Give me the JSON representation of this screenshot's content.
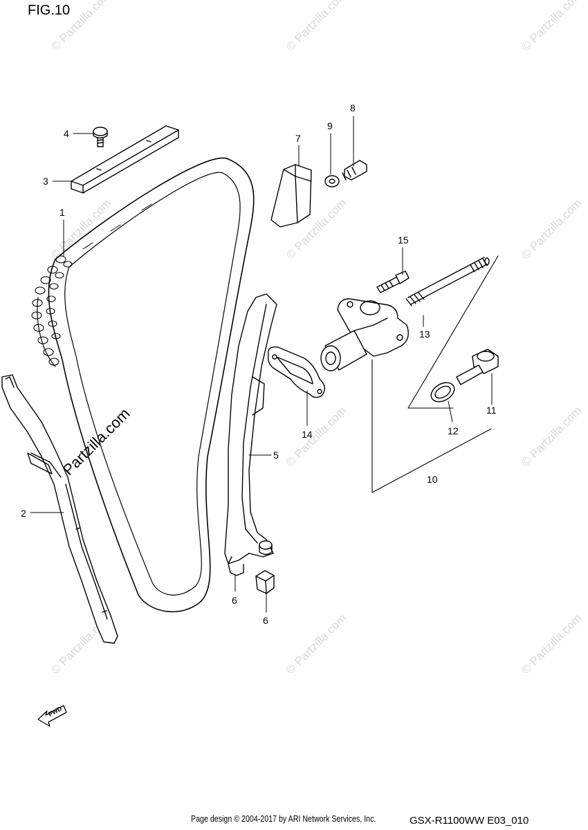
{
  "figure": {
    "title": "FIG.10"
  },
  "callouts": [
    {
      "id": "1",
      "label": "1"
    },
    {
      "id": "2",
      "label": "2"
    },
    {
      "id": "3",
      "label": "3"
    },
    {
      "id": "4",
      "label": "4"
    },
    {
      "id": "5",
      "label": "5"
    },
    {
      "id": "6a",
      "label": "6"
    },
    {
      "id": "6b",
      "label": "6"
    },
    {
      "id": "7",
      "label": "7"
    },
    {
      "id": "8",
      "label": "8"
    },
    {
      "id": "9",
      "label": "9"
    },
    {
      "id": "10",
      "label": "10"
    },
    {
      "id": "11",
      "label": "11"
    },
    {
      "id": "12",
      "label": "12"
    },
    {
      "id": "13",
      "label": "13"
    },
    {
      "id": "14",
      "label": "14"
    },
    {
      "id": "15",
      "label": "15"
    }
  ],
  "watermark": {
    "text": "© Partzilla.com"
  },
  "fwd_arrow": {
    "label": "FWD"
  },
  "footer": {
    "copyright": "Page design © 2004-2017 by ARI Network Services, Inc.",
    "code": "GSX-R1100WW  E03_010"
  }
}
